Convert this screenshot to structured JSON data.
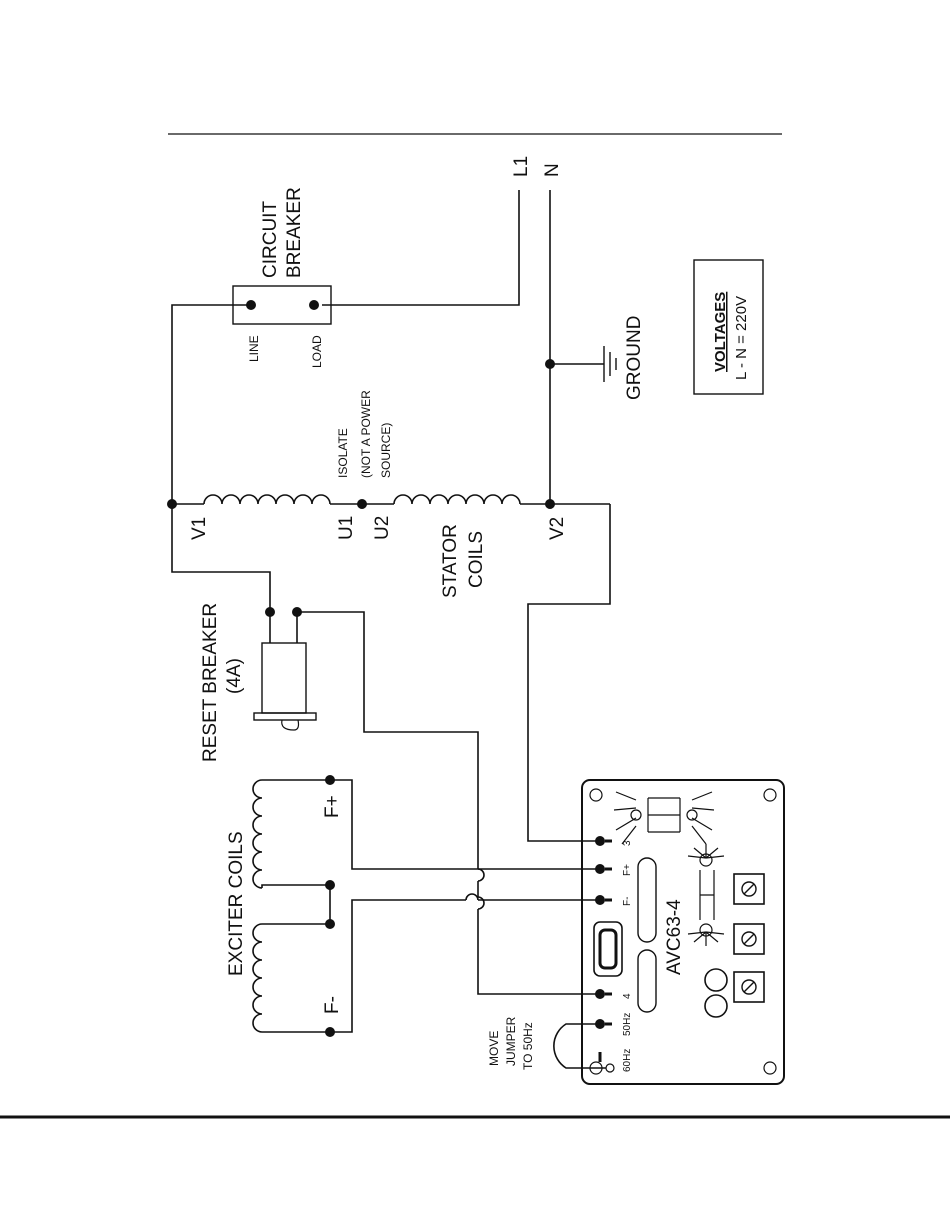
{
  "labels": {
    "l1": "L1",
    "n": "N",
    "circuit_breaker_1": "CIRCUIT",
    "circuit_breaker_2": "BREAKER",
    "line": "LINE",
    "load": "LOAD",
    "ground": "GROUND",
    "voltages_title": "VOLTAGES",
    "voltages_value": "L - N = 220V",
    "isolate_1": "ISOLATE",
    "isolate_2": "(NOT A POWER",
    "isolate_3": "SOURCE)",
    "v1": "V1",
    "u1": "U1",
    "u2": "U2",
    "v2": "V2",
    "stator_1": "STATOR",
    "stator_2": "COILS",
    "reset_breaker_1": "RESET BREAKER",
    "reset_breaker_2": "(4A)",
    "exciter_coils": "EXCITER COILS",
    "f_plus": "F+",
    "f_minus": "F-",
    "term_3": "3",
    "term_fplus": "F+",
    "term_fminus": "F-",
    "term_4": "4",
    "term_50hz": "50Hz",
    "term_60hz": "60Hz",
    "avr_model": "AVC63-4",
    "move_1": "MOVE",
    "move_2": "JUMPER",
    "move_3": "TO 50Hz"
  }
}
